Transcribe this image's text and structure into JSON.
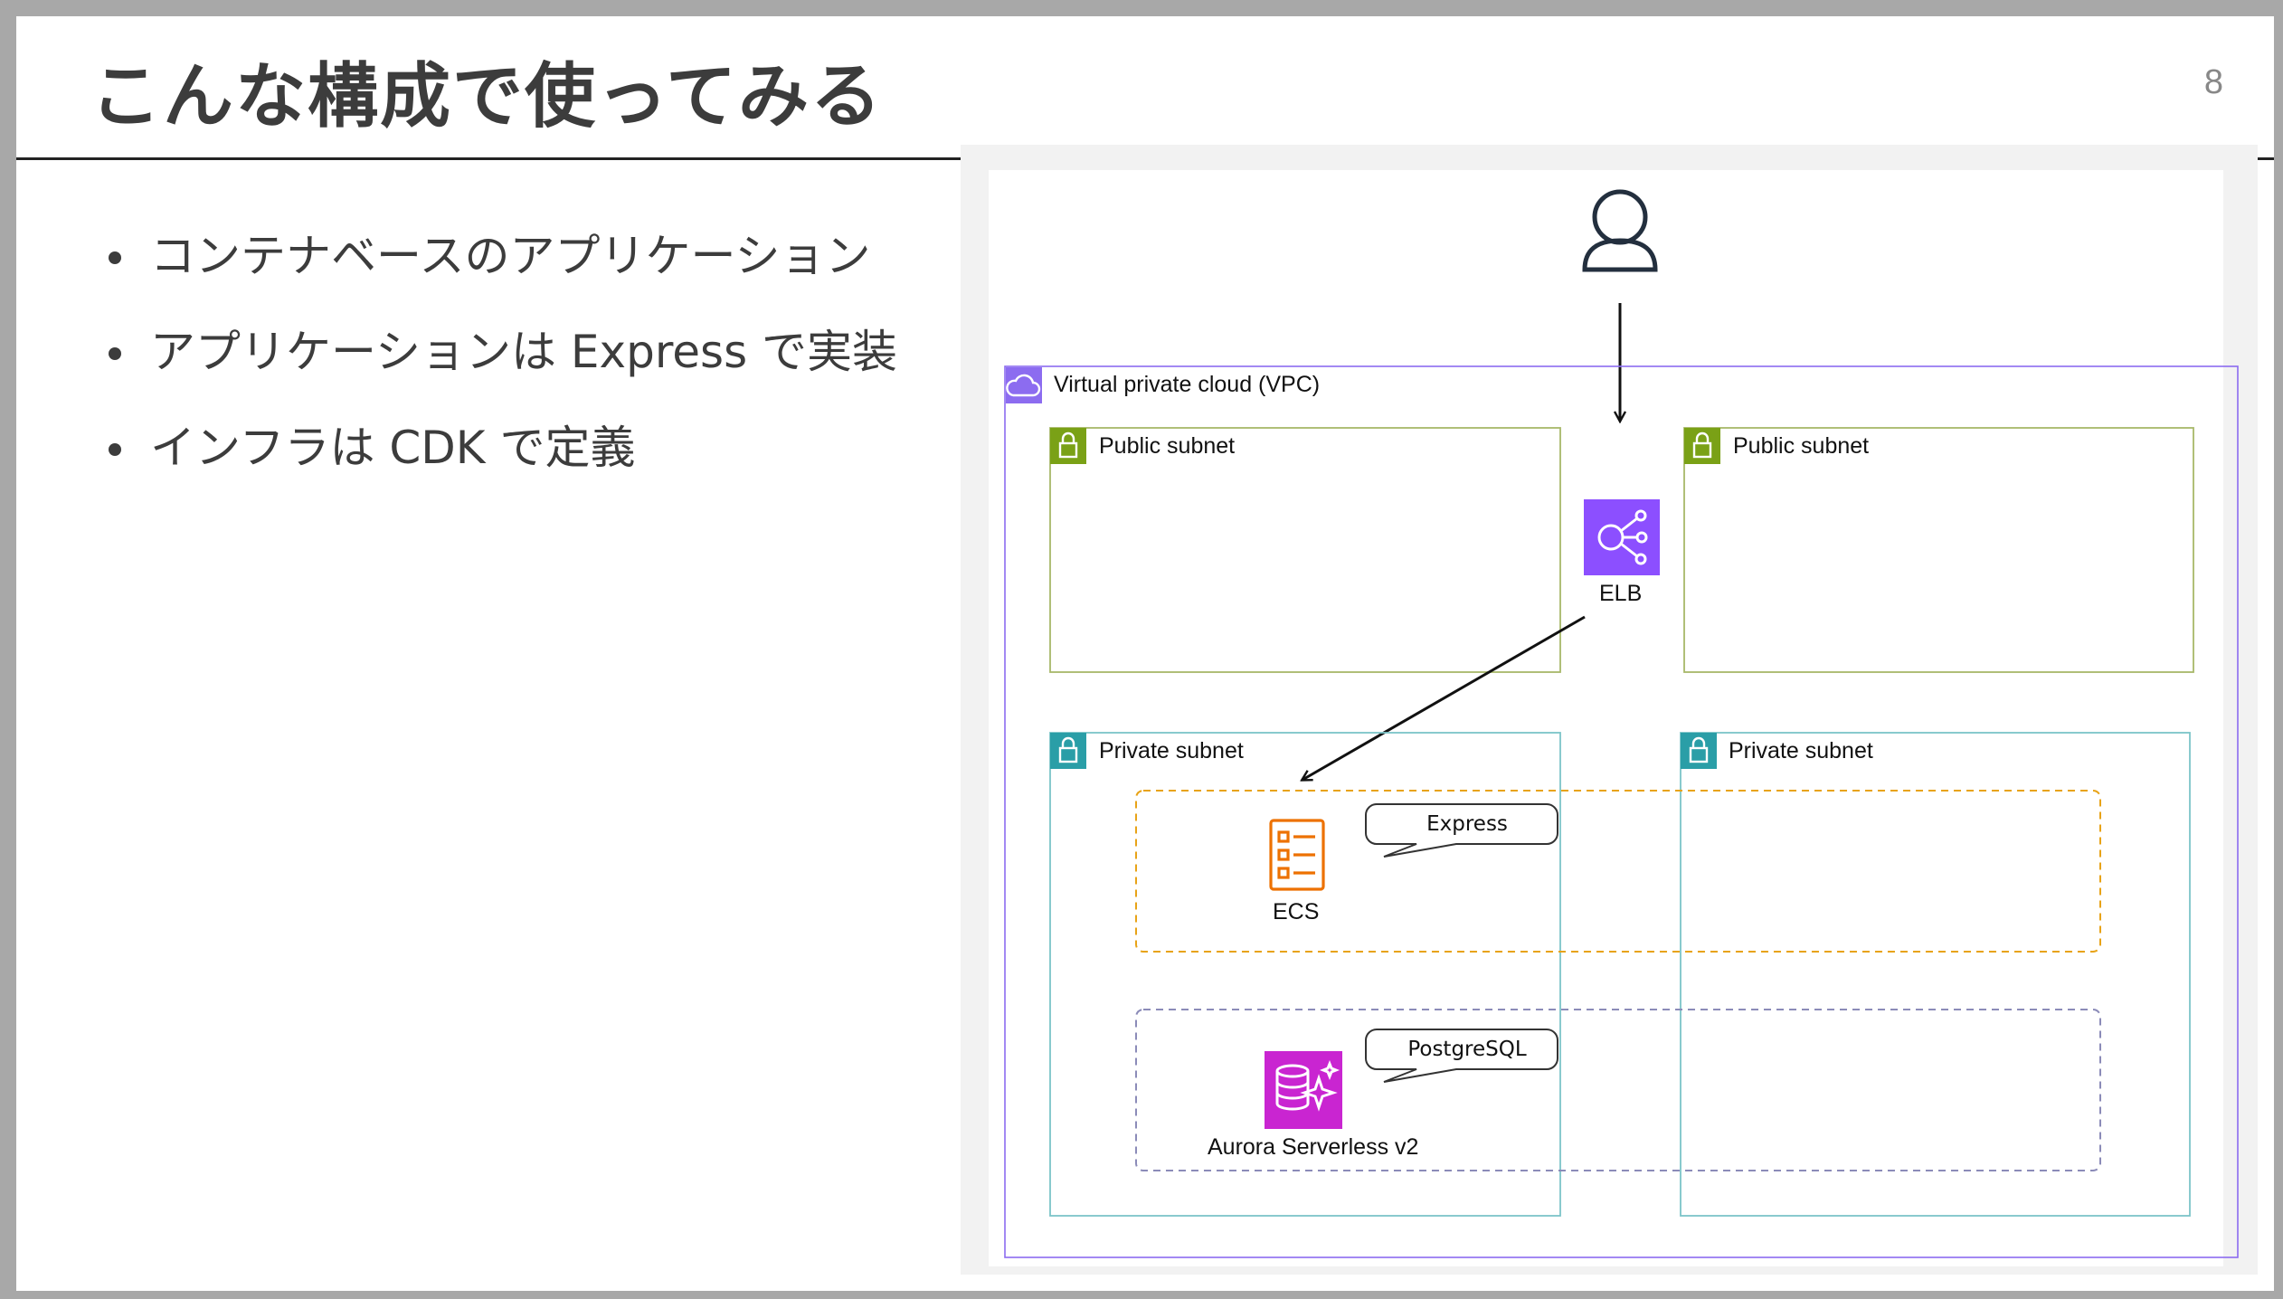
{
  "slide": {
    "title": "こんな構成で使ってみる",
    "page_number": "8"
  },
  "bullets": [
    "コンテナベースのアプリケーション",
    "アプリケーションは Express で実装",
    "インフラは CDK で定義"
  ],
  "diagram": {
    "vpc_label": "Virtual private cloud (VPC)",
    "public_subnet_left": "Public subnet",
    "public_subnet_right": "Public subnet",
    "private_subnet_left": "Private subnet",
    "private_subnet_right": "Private subnet",
    "elb_label": "ELB",
    "ecs_label": "ECS",
    "aurora_label": "Aurora Serverless v2",
    "bubble_express": "Express",
    "bubble_postgres": "PostgreSQL",
    "icons": [
      "user-icon",
      "vpc-cloud-icon",
      "lock-icon",
      "elb-icon",
      "ecs-icon",
      "aurora-icon"
    ],
    "colors": {
      "vpc_border": "#8c6cf0",
      "public_subnet": "#7aa116",
      "private_subnet": "#2a9ea7",
      "elb": "#8c4fff",
      "ecs": "#ed7100",
      "aurora": "#c925d1",
      "ecs_group_dash": "#e8a317",
      "aurora_group_dash": "#8b8bb8"
    }
  }
}
